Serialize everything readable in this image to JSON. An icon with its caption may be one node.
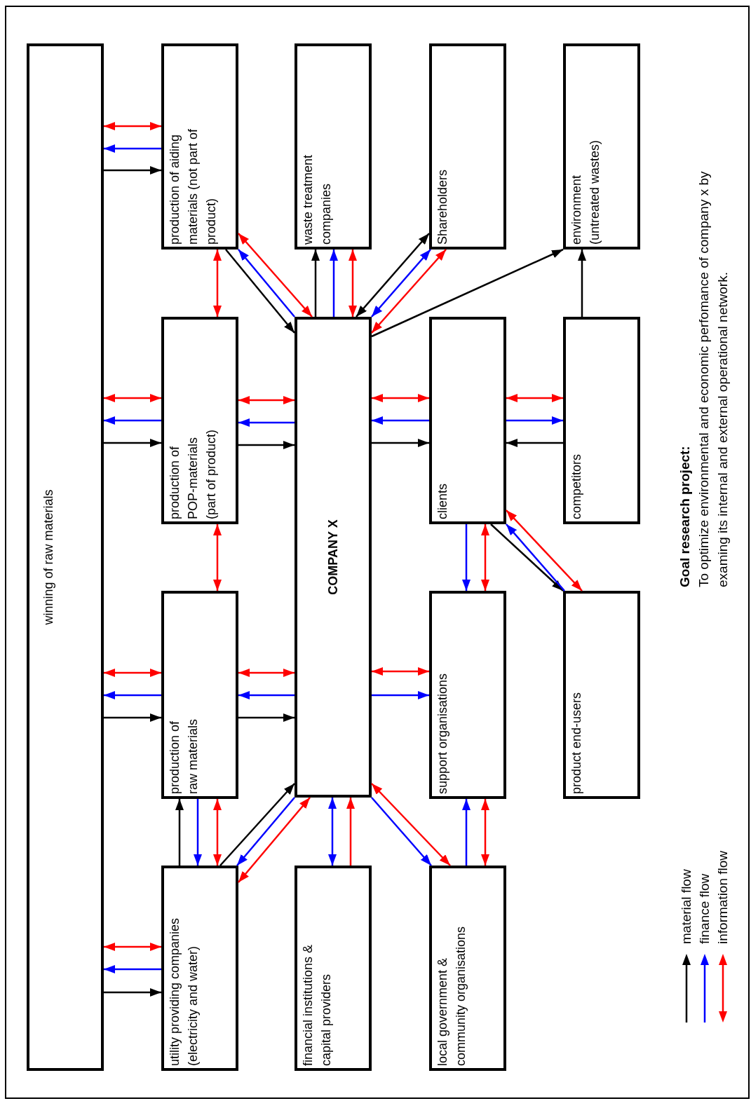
{
  "diagram": {
    "nodes": [
      {
        "text": [
          "winning of raw materials"
        ]
      },
      {
        "text": [
          "production of aiding materials (not part of product)"
        ]
      },
      {
        "text": [
          "production of POP-materials (part of product)"
        ]
      },
      {
        "text": [
          "production of raw materials"
        ]
      },
      {
        "text": [
          "utility providing companies (electricity and water)"
        ]
      },
      {
        "text": [
          "waste treatment companies"
        ]
      },
      {
        "text": [
          "COMPANY X"
        ]
      },
      {
        "text": [
          "financial institutions & capital providers"
        ]
      },
      {
        "text": [
          "Shareholders"
        ]
      },
      {
        "text": [
          "clients"
        ]
      },
      {
        "text": [
          "support organisations"
        ]
      },
      {
        "text": [
          "local government & community organisations"
        ]
      },
      {
        "text": [
          "environment (untreated wastes)"
        ]
      },
      {
        "text": [
          "competitors"
        ]
      },
      {
        "text": [
          "product end-users"
        ]
      }
    ],
    "edges": [
      {
        "from": 0,
        "to": 1,
        "arrow": "both",
        "color": "#ff0000"
      },
      {
        "from": 1,
        "to": 0,
        "arrow": "to",
        "color": "#0000ff"
      },
      {
        "from": 0,
        "to": 1,
        "arrow": "to",
        "color": "#000000"
      },
      {
        "from": 0,
        "to": 2,
        "arrow": "both",
        "color": "#ff0000"
      },
      {
        "from": 2,
        "to": 0,
        "arrow": "to",
        "color": "#0000ff"
      },
      {
        "from": 0,
        "to": 2,
        "arrow": "to",
        "color": "#000000"
      },
      {
        "from": 0,
        "to": 3,
        "arrow": "both",
        "color": "#ff0000"
      },
      {
        "from": 3,
        "to": 0,
        "arrow": "to",
        "color": "#0000ff"
      },
      {
        "from": 0,
        "to": 3,
        "arrow": "to",
        "color": "#000000"
      },
      {
        "from": 0,
        "to": 4,
        "arrow": "both",
        "color": "#ff0000"
      },
      {
        "from": 4,
        "to": 0,
        "arrow": "to",
        "color": "#0000ff"
      },
      {
        "from": 0,
        "to": 4,
        "arrow": "to",
        "color": "#000000"
      },
      {
        "from": 1,
        "to": 2,
        "arrow": "both",
        "color": "#ff0000"
      },
      {
        "from": 2,
        "to": 3,
        "arrow": "both",
        "color": "#ff0000"
      },
      {
        "from": 4,
        "to": 3,
        "arrow": "to",
        "color": "#000000"
      },
      {
        "from": 3,
        "to": 4,
        "arrow": "to",
        "color": "#0000ff"
      },
      {
        "from": 3,
        "to": 4,
        "arrow": "both",
        "color": "#ff0000"
      },
      {
        "from": 2,
        "to": 6,
        "arrow": "both",
        "color": "#ff0000"
      },
      {
        "from": 6,
        "to": 2,
        "arrow": "to",
        "color": "#0000ff"
      },
      {
        "from": 2,
        "to": 6,
        "arrow": "to",
        "color": "#000000"
      },
      {
        "from": 3,
        "to": 6,
        "arrow": "both",
        "color": "#ff0000"
      },
      {
        "from": 6,
        "to": 3,
        "arrow": "to",
        "color": "#0000ff"
      },
      {
        "from": 3,
        "to": 6,
        "arrow": "to",
        "color": "#000000"
      },
      {
        "from": 1,
        "to": 6,
        "arrow": "to",
        "color": "#000000"
      },
      {
        "from": 6,
        "to": 1,
        "arrow": "to",
        "color": "#0000ff"
      },
      {
        "from": 1,
        "to": 6,
        "arrow": "both",
        "color": "#ff0000"
      },
      {
        "from": 6,
        "to": 5,
        "arrow": "to",
        "color": "#000000"
      },
      {
        "from": 6,
        "to": 5,
        "arrow": "to",
        "color": "#0000ff"
      },
      {
        "from": 6,
        "to": 5,
        "arrow": "both",
        "color": "#ff0000"
      },
      {
        "from": 6,
        "to": 8,
        "arrow": "both",
        "color": "#000000"
      },
      {
        "from": 6,
        "to": 8,
        "arrow": "both",
        "color": "#0000ff"
      },
      {
        "from": 6,
        "to": 8,
        "arrow": "both",
        "color": "#ff0000"
      },
      {
        "from": 6,
        "to": 12,
        "arrow": "to",
        "color": "#000000"
      },
      {
        "from": 13,
        "to": 12,
        "arrow": "to",
        "color": "#000000"
      },
      {
        "from": 7,
        "to": 6,
        "arrow": "both",
        "color": "#0000ff"
      },
      {
        "from": 7,
        "to": 6,
        "arrow": "to",
        "color": "#ff0000"
      },
      {
        "from": 6,
        "to": 9,
        "arrow": "both",
        "color": "#ff0000"
      },
      {
        "from": 9,
        "to": 6,
        "arrow": "to",
        "color": "#0000ff"
      },
      {
        "from": 6,
        "to": 9,
        "arrow": "to",
        "color": "#000000"
      },
      {
        "from": 6,
        "to": 10,
        "arrow": "both",
        "color": "#ff0000"
      },
      {
        "from": 6,
        "to": 10,
        "arrow": "to",
        "color": "#0000ff"
      },
      {
        "from": 4,
        "to": 6,
        "arrow": "to",
        "color": "#000000"
      },
      {
        "from": 6,
        "to": 4,
        "arrow": "to",
        "color": "#0000ff"
      },
      {
        "from": 4,
        "to": 6,
        "arrow": "both",
        "color": "#ff0000"
      },
      {
        "from": 6,
        "to": 11,
        "arrow": "to",
        "color": "#0000ff"
      },
      {
        "from": 6,
        "to": 11,
        "arrow": "both",
        "color": "#ff0000"
      },
      {
        "from": 9,
        "to": 13,
        "arrow": "both",
        "color": "#ff0000"
      },
      {
        "from": 9,
        "to": 13,
        "arrow": "to",
        "color": "#0000ff"
      },
      {
        "from": 13,
        "to": 9,
        "arrow": "to",
        "color": "#000000"
      },
      {
        "from": 9,
        "to": 10,
        "arrow": "to",
        "color": "#0000ff"
      },
      {
        "from": 9,
        "to": 10,
        "arrow": "both",
        "color": "#ff0000"
      },
      {
        "from": 9,
        "to": 14,
        "arrow": "to",
        "color": "#000000"
      },
      {
        "from": 14,
        "to": 9,
        "arrow": "to",
        "color": "#0000ff"
      },
      {
        "from": 9,
        "to": 14,
        "arrow": "both",
        "color": "#ff0000"
      },
      {
        "from": 11,
        "to": 10,
        "arrow": "to",
        "color": "#0000ff"
      },
      {
        "from": 11,
        "to": 10,
        "arrow": "both",
        "color": "#ff0000"
      }
    ],
    "labels": [
      "Goal research project:",
      "To optimize environmental and economic perfomance of company x by examing its internal and external operational network."
    ],
    "legend": [
      {
        "text": "material flow"
      },
      {
        "text": "finance flow"
      },
      {
        "text": "information flow"
      }
    ]
  }
}
